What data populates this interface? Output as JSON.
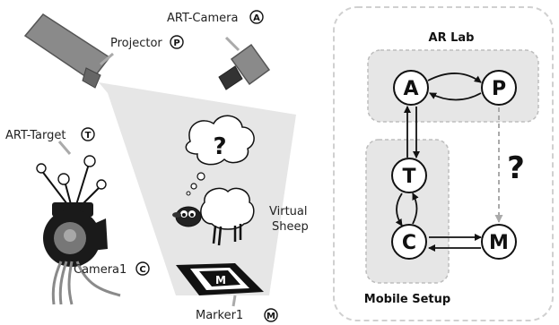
{
  "left_scene": {
    "labels": {
      "art_camera": "ART-Camera",
      "art_camera_badge": "A",
      "projector": "Projector",
      "projector_badge": "P",
      "art_target": "ART-Target",
      "art_target_badge": "T",
      "camera1": "Camera1",
      "camera1_badge": "C",
      "marker1": "Marker1",
      "marker1_badge": "M",
      "virtual": "Virtual",
      "sheep": "Sheep",
      "thought": "?",
      "marker_glyph": "M"
    },
    "colors": {
      "device": "#8a8a8a",
      "camera_body": "#1a1a1a",
      "beam": "#e4e4e4"
    }
  },
  "right_diagram": {
    "region_title": "AR Lab",
    "mobile_title": "Mobile Setup",
    "nodes": {
      "a": "A",
      "p": "P",
      "t": "T",
      "c": "C",
      "m": "M"
    },
    "unknown_link": "?",
    "colors": {
      "group_fill": "#e6e6e6",
      "group_border": "#bdbdbd",
      "dashed_arrow": "#aaaaaa"
    }
  }
}
